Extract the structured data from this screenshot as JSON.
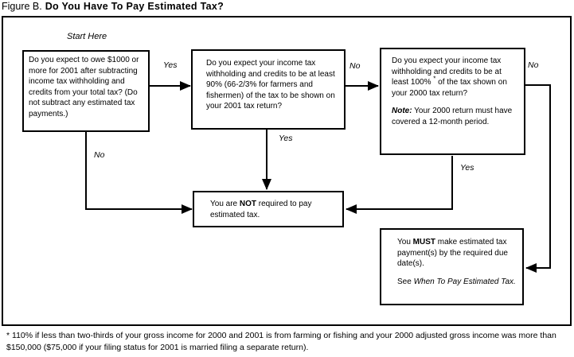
{
  "title": {
    "figure_label": "Figure B.",
    "title_text": "Do You Have To Pay Estimated Tax?"
  },
  "flowchart": {
    "start_here": "Start Here",
    "box_owe": {
      "text": "Do you expect to owe $1000 or more for 2001 after subtracting income tax withholding and credits from your total tax? (Do not subtract any estimated tax payments.)"
    },
    "box_90": {
      "text": "Do you expect your income tax withholding and credits to be at least 90% (66-2/3% for farmers and fishermen) of the tax to be shown on your 2001 tax return?"
    },
    "box_100": {
      "q_pre": "Do you expect your income tax withholding and credits to be at least 100% ",
      "asterisk": "*",
      "q_post": " of the tax shown on your 2000 tax return?",
      "note_label": "Note:",
      "note_text": " Your 2000 return must have covered a 12-month period."
    },
    "box_not": {
      "pre": "You are ",
      "emph": "NOT",
      "post": " required to pay estimated tax."
    },
    "box_must": {
      "pre": "You ",
      "emph": "MUST",
      "post": " make estimated tax payment(s) by the required due date(s).",
      "see_pre": "See ",
      "see_ref": "When To Pay Estimated Tax."
    },
    "labels": {
      "yes_owe": "Yes",
      "no_owe": "No",
      "no_90": "No",
      "yes_90": "Yes",
      "no_100": "No",
      "yes_100": "Yes"
    }
  },
  "footnote": "* 110% if less than two-thirds of your gross income for 2000 and 2001 is from farming or fishing and your 2000 adjusted gross income was more than $150,000 ($75,000 if your filing status for 2001 is married filing a separate return)."
}
